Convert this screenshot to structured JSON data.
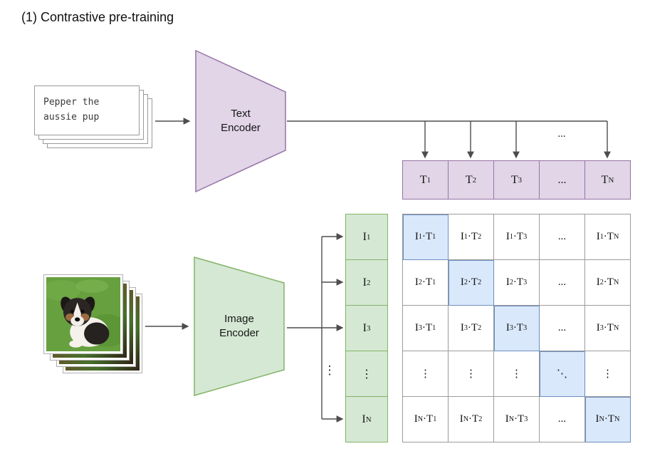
{
  "title": "(1) Contrastive pre-training",
  "text_input": {
    "caption": "Pepper the\naussie pup"
  },
  "text_encoder": {
    "label": "Text\nEncoder"
  },
  "image_encoder": {
    "label": "Image\nEncoder"
  },
  "text_embeddings": [
    "T_1",
    "T_2",
    "T_3",
    "...",
    "T_N"
  ],
  "image_embeddings": [
    "I_1",
    "I_2",
    "I_3",
    "⋮",
    "I_N"
  ],
  "ellipsis_horizontal": "...",
  "ellipsis_vertical": "⋮",
  "matrix": {
    "rows": [
      [
        "I_1·T_1",
        "I_1·T_2",
        "I_1·T_3",
        "...",
        "I_1·T_N"
      ],
      [
        "I_2·T_1",
        "I_2·T_2",
        "I_2·T_3",
        "...",
        "I_2·T_N"
      ],
      [
        "I_3·T_1",
        "I_3·T_2",
        "I_3·T_3",
        "...",
        "I_3·T_N"
      ],
      [
        "⋮",
        "⋮",
        "⋮",
        "⋱",
        "⋮"
      ],
      [
        "I_N·T_1",
        "I_N·T_2",
        "I_N·T_3",
        "...",
        "I_N·T_N"
      ]
    ],
    "highlight_diagonal": true
  },
  "colors": {
    "purple_fill": "#e1d5e7",
    "purple_stroke": "#9673a6",
    "green_fill": "#d5e8d4",
    "green_stroke": "#82b366",
    "blue_fill": "#dae8fc",
    "blue_stroke": "#6c8ebf",
    "grid_stroke": "#9c9c9c",
    "arrow": "#4d4d4d"
  }
}
